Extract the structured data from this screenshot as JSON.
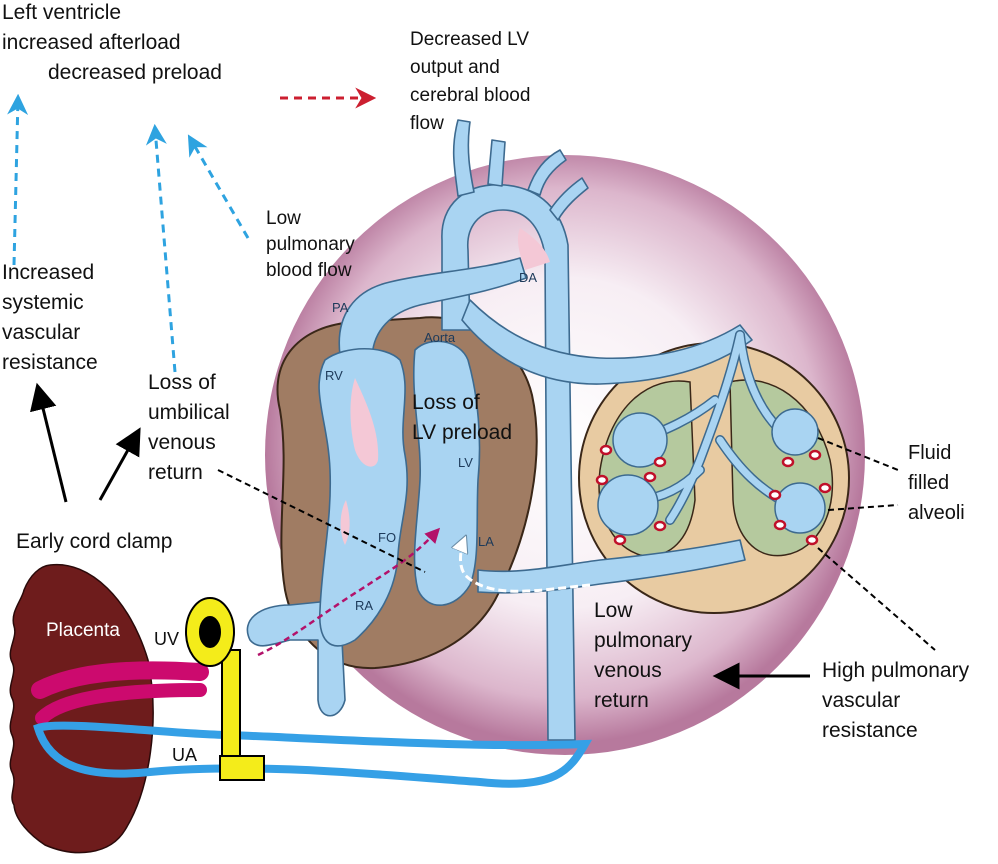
{
  "labels": {
    "left_ventricle": "Left ventricle",
    "increased_afterload": "increased afterload",
    "decreased_preload": "decreased preload",
    "decreased_lv_output": "Decreased LV\noutput and\ncerebral blood\nflow",
    "low_pulmonary_blood_flow": "Low\npulmonary\nblood flow",
    "increased_svr": "Increased\nsystemic\nvascular\nresistance",
    "loss_of_umbilical": "Loss of\numbilical\nvenous\nreturn",
    "loss_of_lv_preload": "Loss of\nLV preload",
    "early_cord_clamp": "Early cord clamp",
    "fluid_filled_alveoli": "Fluid\nfilled\nalveoli",
    "low_pulmonary_venous_return": "Low\npulmonary\nvenous\nreturn",
    "high_pvr": "High pulmonary\nvascular\nresistance",
    "placenta": "Placenta",
    "uv": "UV",
    "ua": "UA"
  },
  "structures": {
    "pa": "PA",
    "aorta": "Aorta",
    "da": "DA",
    "rv": "RV",
    "lv": "LV",
    "fo": "FO",
    "la": "LA",
    "ra": "RA"
  },
  "colors": {
    "vessel": "#a9d4f2",
    "vessel_stroke": "#3d6a8f",
    "heart_tissue": "#a07c63",
    "pink": "#f4c8d6",
    "lung_outer": "#e8cba2",
    "lung_inner": "#b5c99e",
    "placenta": "#6e1c1c",
    "umbilical_vein": "#cc0a6e",
    "umbilical_artery": "#35a0e6",
    "clamp": "#f4ec1a",
    "blue_arrow": "#2ea3e0",
    "red_arrow": "#cc1f30"
  }
}
